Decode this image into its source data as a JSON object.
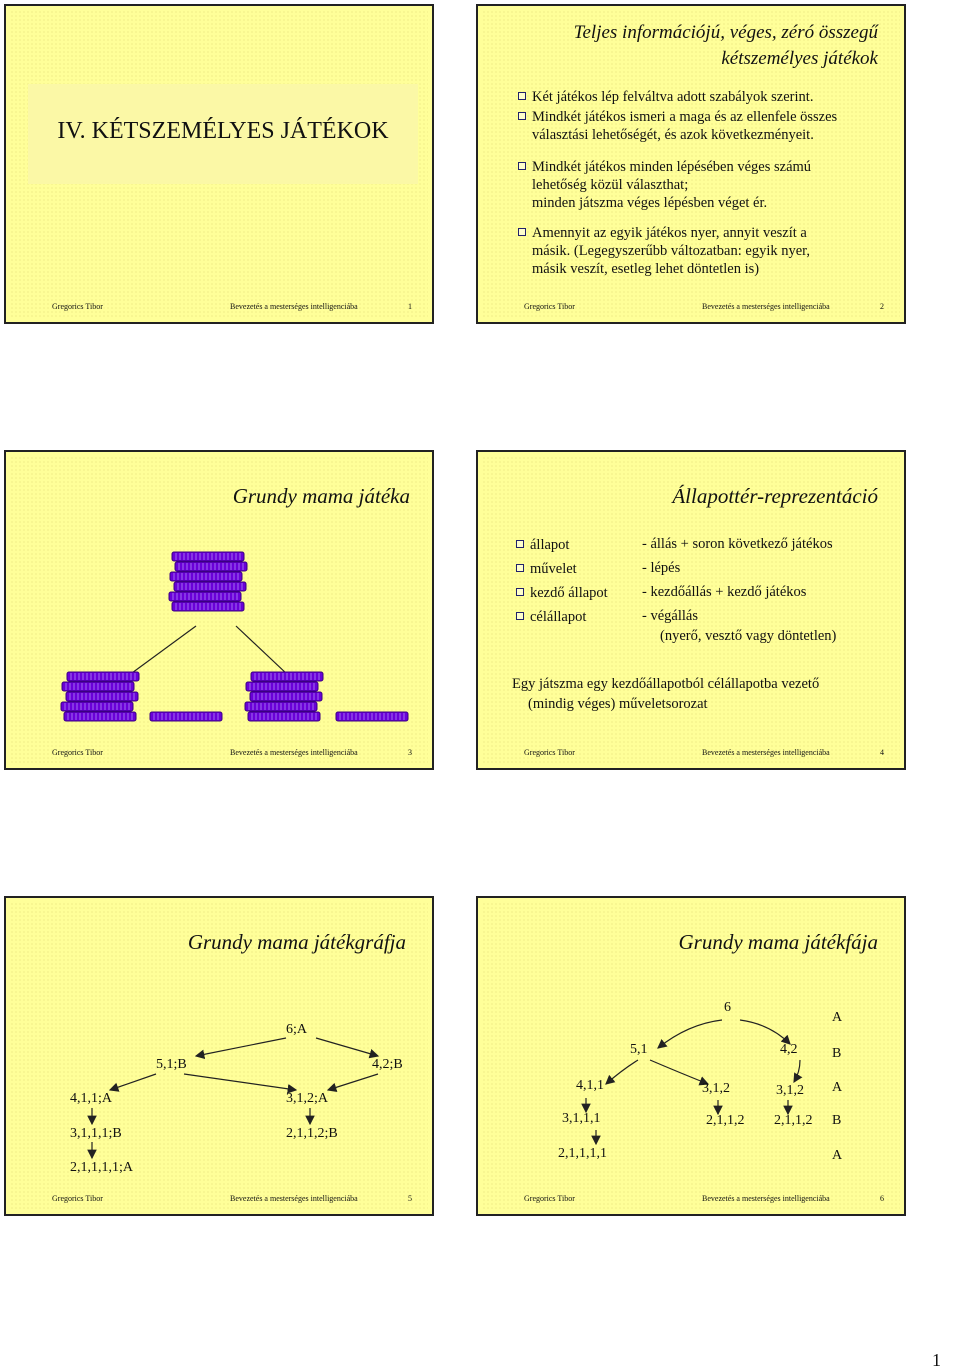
{
  "footer": {
    "author": "Gregorics Tibor",
    "course": "Bevezetés a mesterséges intelligenciába"
  },
  "slide1": {
    "num": "1",
    "title": "IV. KÉTSZEMÉLYES JÁTÉKOK"
  },
  "slide2": {
    "num": "2",
    "title_l1": "Teljes információjú, véges, zéró összegű",
    "title_l2": "kétszemélyes játékok",
    "b1": "Két játékos lép felváltva adott szabályok szerint.",
    "b2a": "Mindkét játékos ismeri a maga és az ellenfele összes",
    "b2b": "választási lehetőségét, és azok következményeit.",
    "b3a": "Mindkét játékos minden lépésében véges számú",
    "b3b": "lehetőség közül választhat;",
    "b3c": "minden játszma véges lépésben véget ér.",
    "b4a": "Amennyit az egyik játékos nyer, annyit veszít a",
    "b4b": "másik. (Legegyszerűbb változatban: egyik nyer,",
    "b4c": "másik veszít, esetleg lehet döntetlen is)"
  },
  "slide3": {
    "num": "3",
    "title": "Grundy mama játéka"
  },
  "slide4": {
    "num": "4",
    "title": "Állapottér-reprezentáció",
    "r1k": "állapot",
    "r1v": "- állás + soron következő játékos",
    "r2k": "művelet",
    "r2v": "- lépés",
    "r3k": "kezdő állapot",
    "r3v": "- kezdőállás + kezdő játékos",
    "r4k": "célállapot",
    "r4v": "- végállás",
    "r4v2": "(nyerő, vesztő vagy döntetlen)",
    "p1": "Egy játszma egy kezdőállapotból célállapotba vezető",
    "p2": "(mindig véges) műveletsorozat"
  },
  "slide5": {
    "num": "5",
    "title": "Grundy mama játékgráfja",
    "n_root": "6;A",
    "n_51": "5,1;B",
    "n_42": "4,2;B",
    "n_411": "4,1,1;A",
    "n_312": "3,1,2;A",
    "n_3111": "3,1,1,1;B",
    "n_2112": "2,1,1,2;B",
    "n_21111": "2,1,1,1,1;A"
  },
  "slide6": {
    "num": "6",
    "title": "Grundy mama játékfája",
    "n6": "6",
    "n51": "5,1",
    "n42": "4,2",
    "n411": "4,1,1",
    "n312a": "3,1,2",
    "n312b": "3,1,2",
    "n3111": "3,1,1,1",
    "n2112a": "2,1,1,2",
    "n2112b": "2,1,1,2",
    "n21111": "2,1,1,1,1",
    "p1": "A",
    "p2": "B",
    "p3": "A",
    "p4": "B",
    "p5": "A"
  },
  "page_number": "1",
  "colors": {
    "slide_bg": "#ffff99",
    "coin": "#6a00d8",
    "coin_dark": "#3b0082"
  }
}
